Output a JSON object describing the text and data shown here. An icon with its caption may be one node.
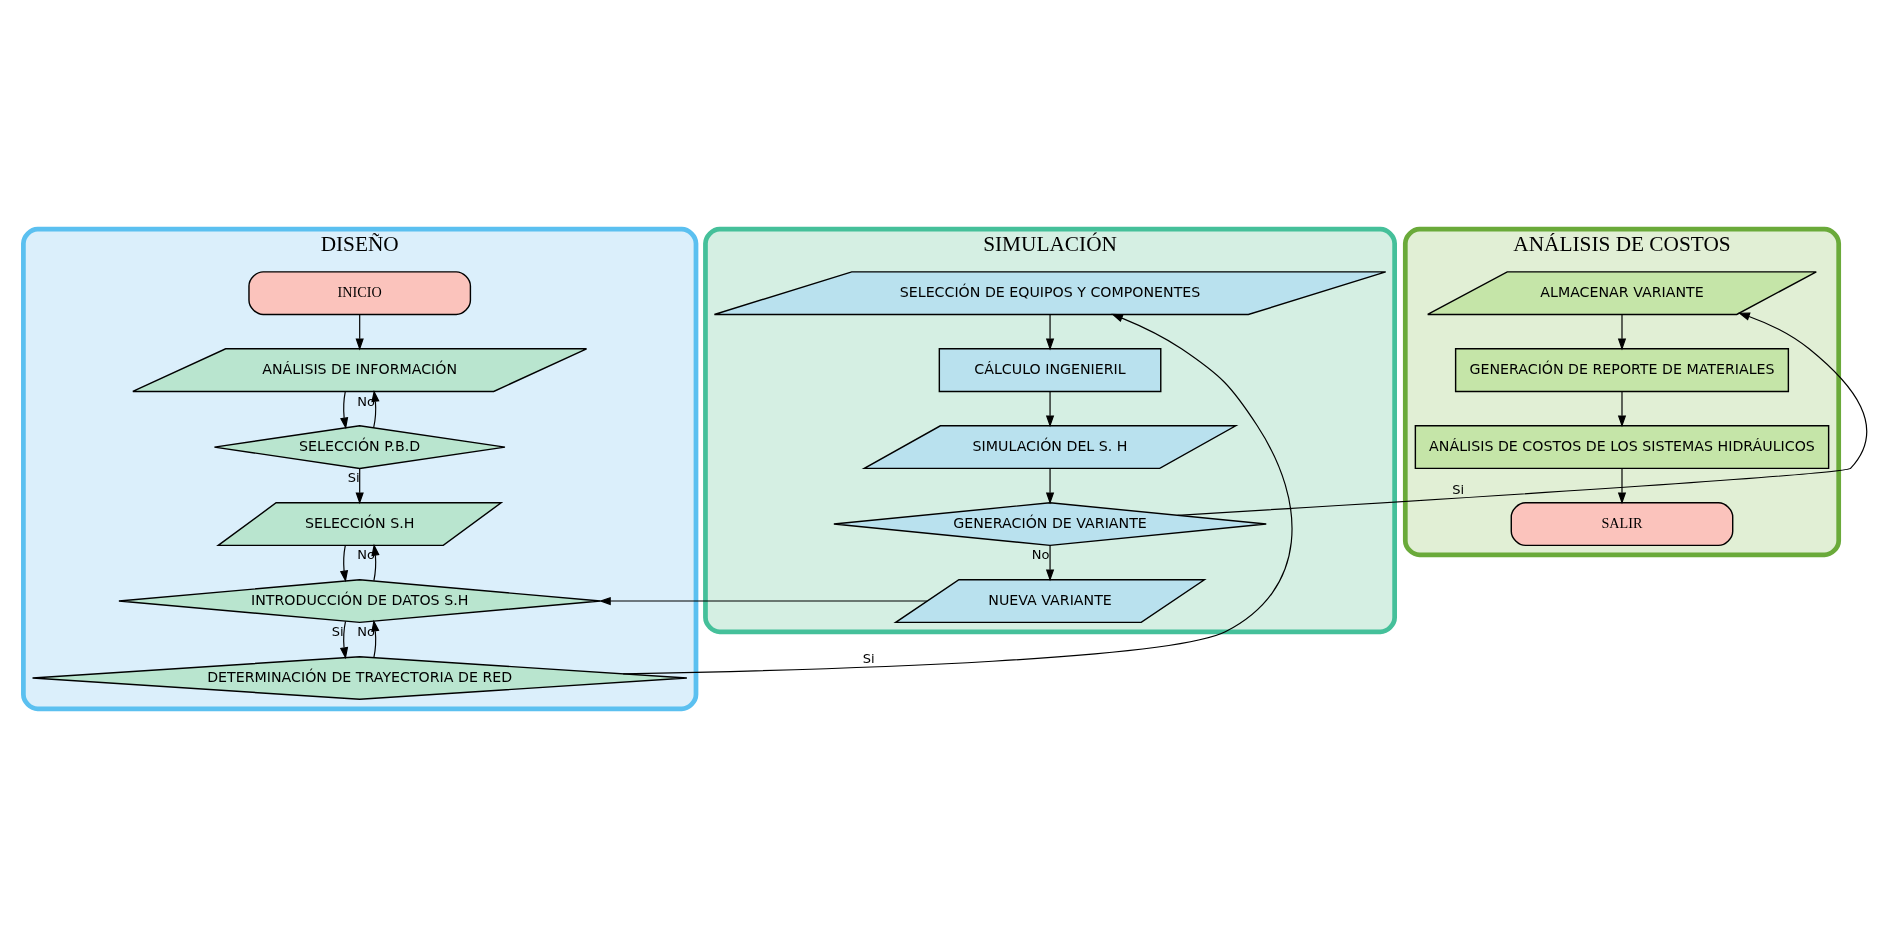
{
  "diagram": {
    "nodes": [
      {
        "text": [
          "DISEÑO"
        ]
      },
      {
        "text": [
          "INICIO"
        ],
        "in": 0
      },
      {
        "text": [
          "ANÁLISIS DE INFORMACIÓN"
        ],
        "in": 0
      },
      {
        "text": [
          "SELECCIÓN P.B.D"
        ],
        "in": 0
      },
      {
        "text": [
          "SELECCIÓN S.H"
        ],
        "in": 0
      },
      {
        "text": [
          "INTRODUCCIÓN DE DATOS S.H"
        ],
        "in": 0
      },
      {
        "text": [
          "DETERMINACIÓN DE TRAYECTORIA DE RED"
        ],
        "in": 0
      },
      {
        "text": [
          "SIMULACIÓN"
        ]
      },
      {
        "text": [
          "SELECCIÓN DE EQUIPOS Y COMPONENTES"
        ],
        "in": 7
      },
      {
        "text": [
          "CÁLCULO INGENIERIL"
        ],
        "in": 7
      },
      {
        "text": [
          "SIMULACIÓN DEL S. H"
        ],
        "in": 7
      },
      {
        "text": [
          "GENERACIÓN DE VARIANTE"
        ],
        "in": 7
      },
      {
        "text": [
          "NUEVA VARIANTE"
        ],
        "in": 7
      },
      {
        "text": [
          "ANÁLISIS DE COSTOS"
        ]
      },
      {
        "text": [
          "ALMACENAR VARIANTE"
        ],
        "in": 13
      },
      {
        "text": [
          "GENERACIÓN DE REPORTE DE MATERIALES"
        ],
        "in": 13
      },
      {
        "text": [
          "ANÁLISIS DE COSTOS DE LOS SISTEMAS HIDRÁULICOS"
        ],
        "in": 13
      },
      {
        "text": [
          "SALIR"
        ],
        "in": 13
      }
    ],
    "edges": [
      {
        "from": 1,
        "to": 2,
        "arrow": "to"
      },
      {
        "from": 2,
        "to": 3,
        "arrow": "to"
      },
      {
        "from": 3,
        "to": 2,
        "arrow": "to",
        "label": "No"
      },
      {
        "from": 3,
        "to": 4,
        "arrow": "to",
        "label": "Si"
      },
      {
        "from": 4,
        "to": 5,
        "arrow": "to"
      },
      {
        "from": 5,
        "to": 4,
        "arrow": "to",
        "label": "No"
      },
      {
        "from": 5,
        "to": 6,
        "arrow": "to",
        "label": "Si"
      },
      {
        "from": 6,
        "to": 5,
        "arrow": "to",
        "label": "No"
      },
      {
        "from": 6,
        "to": 8,
        "arrow": "to",
        "label": "Si"
      },
      {
        "from": 8,
        "to": 9,
        "arrow": "to"
      },
      {
        "from": 9,
        "to": 10,
        "arrow": "to"
      },
      {
        "from": 10,
        "to": 11,
        "arrow": "to"
      },
      {
        "from": 11,
        "to": 12,
        "arrow": "to",
        "label": "No"
      },
      {
        "from": 12,
        "to": 5,
        "arrow": "to"
      },
      {
        "from": 11,
        "to": 14,
        "arrow": "to",
        "label": "Si"
      },
      {
        "from": 14,
        "to": 15,
        "arrow": "to"
      },
      {
        "from": 15,
        "to": 16,
        "arrow": "to"
      },
      {
        "from": 16,
        "to": 17,
        "arrow": "to"
      }
    ]
  }
}
